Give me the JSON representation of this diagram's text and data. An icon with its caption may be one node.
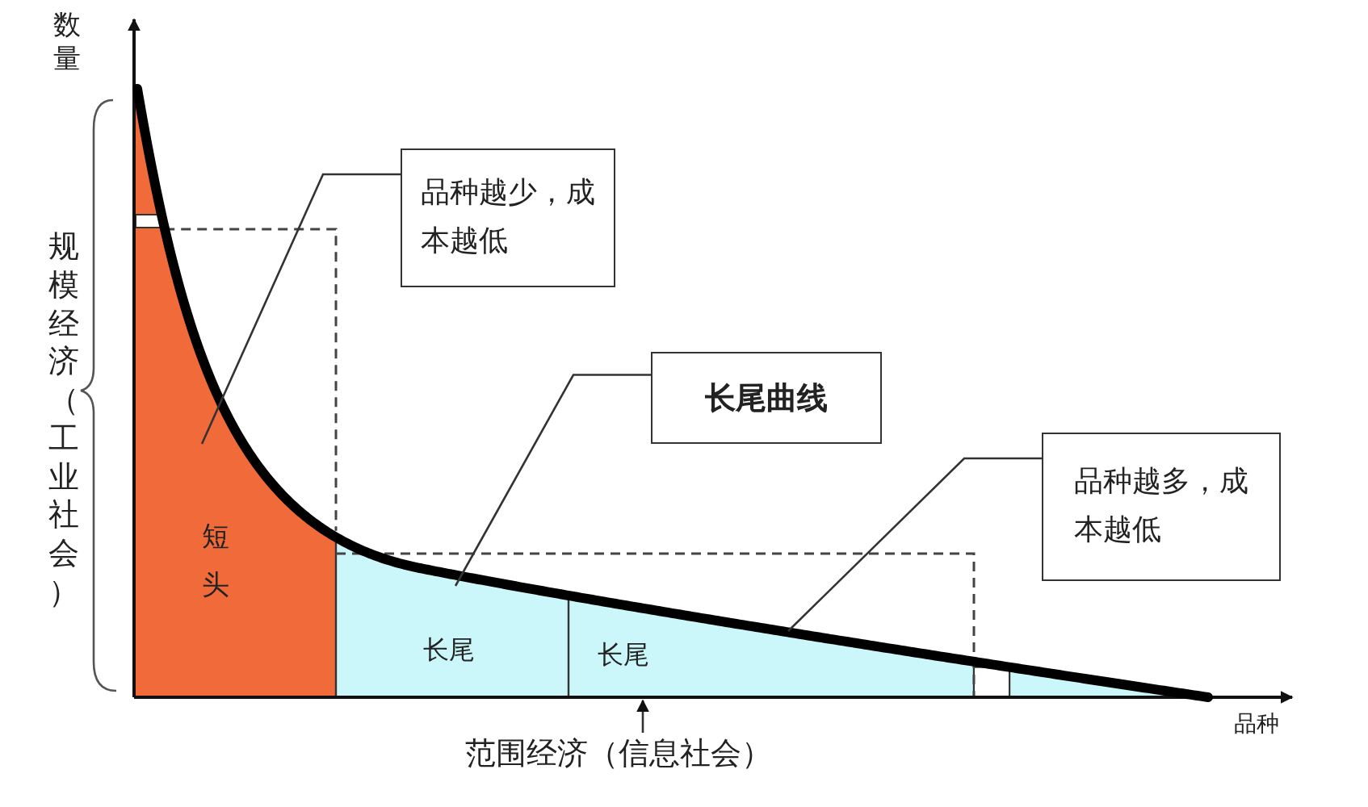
{
  "diagram": {
    "nodes": [
      {
        "text": [
          "品种越少，成本越低"
        ]
      },
      {
        "text": [
          "长尾曲线"
        ]
      },
      {
        "text": [
          "品种越多，成本越低"
        ]
      },
      {
        "text": [
          "短头"
        ]
      },
      {
        "text": [
          "长尾"
        ]
      },
      {
        "text": [
          "长尾"
        ]
      },
      {
        "text": [
          "范围经济（信息社会）"
        ]
      },
      {
        "text": [],
        "shape": "triangle"
      }
    ],
    "edges": [
      {
        "from": 0,
        "to": 3,
        "arrow": "none"
      },
      {
        "from": 1,
        "to": 4,
        "arrow": "none"
      },
      {
        "from": 2,
        "to": 5,
        "arrow": "none"
      },
      {
        "from": 6,
        "to": null,
        "arrow": "to"
      }
    ],
    "labels": [
      "数量",
      "规模经济（工业社会）",
      "品种"
    ]
  }
}
